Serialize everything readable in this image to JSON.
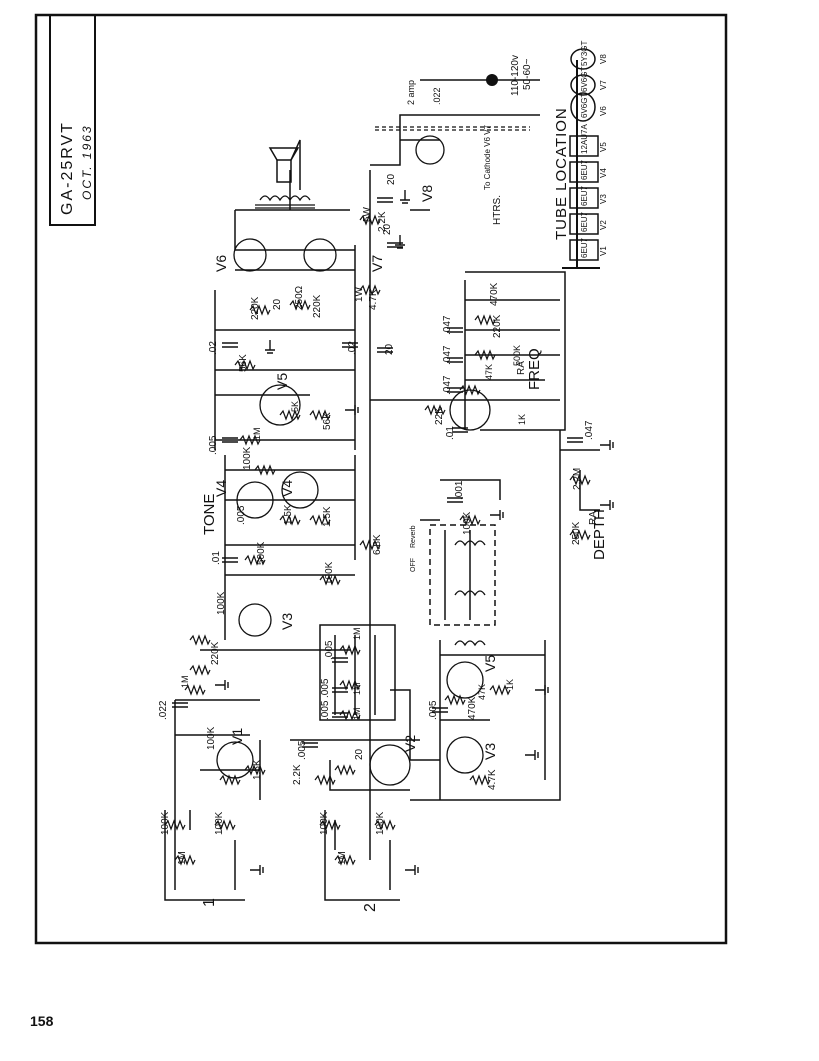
{
  "title_block": {
    "model": "GA-25RVT",
    "date": "OCT. 1963"
  },
  "page_number": "158",
  "tube_location": {
    "heading": "TUBE LOCATION",
    "tubes": [
      {
        "type": "6EU7",
        "pos": "V1"
      },
      {
        "type": "6EU7",
        "pos": "V2"
      },
      {
        "type": "6EU7",
        "pos": "V3"
      },
      {
        "type": "6EU7",
        "pos": "V4"
      },
      {
        "type": "12AU7A",
        "pos": "V5"
      },
      {
        "type": "6V6GT",
        "pos": "V6"
      },
      {
        "type": "6V6GT",
        "pos": "V7"
      },
      {
        "type": "5Y3GT",
        "pos": "V8"
      }
    ]
  },
  "power": {
    "volts": "110-120v",
    "freq": "50-60~",
    "fuse": "2 amp",
    "cap": ".022",
    "heater_note": "HTRS.",
    "cathode_note": "To Cathode V6 V7"
  },
  "controls": {
    "tone": "TONE",
    "depth": "DEPTH",
    "freq": "FREQ",
    "ra_depth": "RA",
    "ra_freq": "RA"
  },
  "inputs": {
    "in1": "1",
    "in2": "2"
  },
  "tube_refs": {
    "v1": "V1",
    "v2": "V2",
    "v3a": "V3",
    "v3b": "V3",
    "v4a": "V4",
    "v4b": "V4",
    "v5a": "V5",
    "v5b": "V5",
    "v6": "V6",
    "v7": "V7",
    "v8": "V8"
  },
  "component_labels": {
    "r_470k_top": "470K",
    "r_220k_freq": "220K",
    "r_47k": "47K",
    "r_500k_freq": "500K",
    "c_047_a": ".047",
    "c_047_b": ".047",
    "c_047_c": ".047",
    "c_047_d": ".047",
    "r_22k": "22K",
    "c_01_freq": ".01",
    "r_1k_freq": "1K",
    "r_2_2m": "2.2M",
    "r_250k": "250K",
    "r_4_7k_1w": "4.7K",
    "w1": "1W",
    "r_2_2k_5w": "2.2K",
    "w5": "5W",
    "c_20_a": "20",
    "c_20_b": "20",
    "c_20_c": "20",
    "r_220k_a": "220K",
    "r_220k_b": "220K",
    "r_250_omega": "250Ω",
    "c_20_bias": "20",
    "c_02_a": ".02",
    "c_02_b": ".02",
    "r_56k_a": "56K",
    "r_56k_b": "56K",
    "r_5k": "5K",
    "c_005_a": ".005",
    "r_100k_a": "100K",
    "r_1m_a": "1M",
    "c_005_tone": ".005",
    "r_1_5k_a": "1.5K",
    "r_500k_tone": "500K",
    "c_01_tone": ".01",
    "r_100k_b": "100K",
    "r_6_8k": "6.8K",
    "r_1_5k_b": "1.5K",
    "r_100k_c": "100K",
    "c_001": ".001",
    "r_100k_d": "100K",
    "r_220k_v3": "220K",
    "r_470k_mid": "470K",
    "c_005_b": ".005",
    "c_005_c": ".005",
    "c_005_d": ".005",
    "r_1m_b": "1M",
    "r_1m_c": "1M",
    "r_1m_d": "1M",
    "c_022_in": ".022",
    "r_100k_v1": "100K",
    "r_1m_in": "1M",
    "c_005_v2": ".005",
    "r_1_5k_v1": "1.5K",
    "r_2_2k_v2": "2.2K",
    "c_20_v2": "20",
    "c_005_v3": ".005",
    "r_470k_v3": "470K",
    "r_1k_v5": "1K",
    "r_47k_v5": "47K",
    "r_4_7k_v3": "4.7K",
    "r_100k_in1a": "100K",
    "r_100k_in1b": "100K",
    "r_1m_in1": "1M",
    "r_100k_in2a": "100K",
    "r_100k_in2b": "100K",
    "r_1m_in2": "1M",
    "reverb_label": "Reverb",
    "off": "OFF"
  }
}
